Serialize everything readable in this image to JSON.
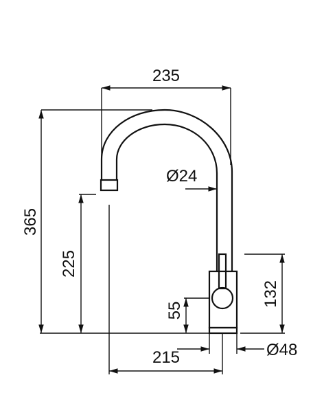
{
  "dimensions": {
    "width_top": "235",
    "diameter_spout": "Ø24",
    "height_total": "365",
    "height_spout": "225",
    "height_lever": "55",
    "height_body": "132",
    "reach": "215",
    "diameter_base": "Ø48"
  },
  "colors": {
    "stroke": "#111111",
    "background": "#ffffff"
  }
}
